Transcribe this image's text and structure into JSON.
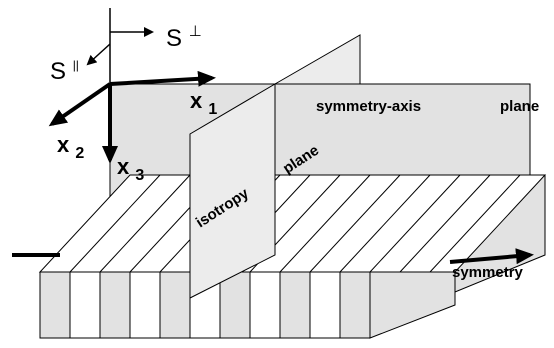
{
  "diagram": {
    "stress_perp_label": "S",
    "stress_perp_super": "⊥",
    "stress_par_label": "S",
    "stress_par_super": "||",
    "axis_x1_label": "x",
    "axis_x1_sub": "1",
    "axis_x2_label": "x",
    "axis_x2_sub": "2",
    "axis_x3_label": "x",
    "axis_x3_sub": "3",
    "symmetry_axis_label": "symmetry-axis",
    "plane_right_label": "plane",
    "isotropy_label": "isotropy",
    "plane_mid_label": "plane",
    "symmetry_label": "symmetry"
  },
  "colors": {
    "back_plane": "#e2e2e2",
    "iso_plane": "#ececec",
    "pleat_plane": "#e2e2e2",
    "stroke": "#000000"
  }
}
